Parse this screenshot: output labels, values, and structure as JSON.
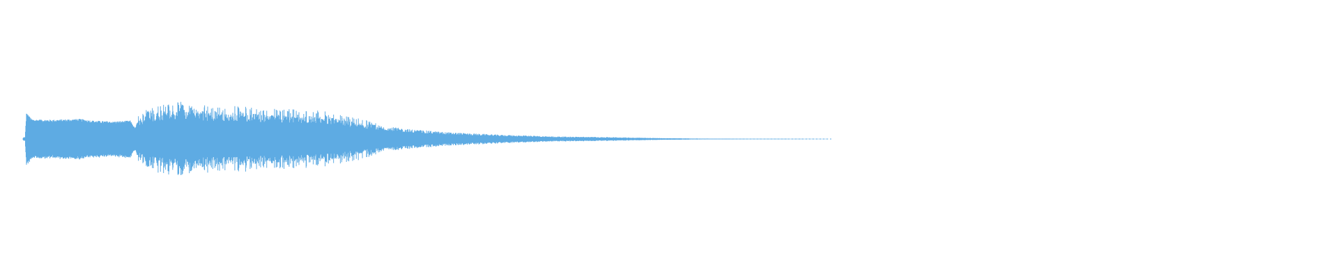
{
  "chart_data": {
    "type": "area",
    "title": "",
    "xlabel": "",
    "ylabel": "",
    "color": "#5eabe3",
    "x_range": [
      0,
      1920
    ],
    "y_range": [
      -1,
      1
    ],
    "envelope": [
      {
        "x": 0,
        "amp": 0.03
      },
      {
        "x": 2,
        "amp": 0.6
      },
      {
        "x": 10,
        "amp": 0.45
      },
      {
        "x": 40,
        "amp": 0.44
      },
      {
        "x": 80,
        "amp": 0.46
      },
      {
        "x": 100,
        "amp": 0.42
      },
      {
        "x": 130,
        "amp": 0.4
      },
      {
        "x": 155,
        "amp": 0.42
      },
      {
        "x": 162,
        "amp": 0.25
      },
      {
        "x": 168,
        "amp": 0.48
      },
      {
        "x": 190,
        "amp": 0.62
      },
      {
        "x": 230,
        "amp": 0.7
      },
      {
        "x": 270,
        "amp": 0.62
      },
      {
        "x": 310,
        "amp": 0.62
      },
      {
        "x": 350,
        "amp": 0.58
      },
      {
        "x": 400,
        "amp": 0.56
      },
      {
        "x": 440,
        "amp": 0.52
      },
      {
        "x": 500,
        "amp": 0.36
      },
      {
        "x": 560,
        "amp": 0.24
      },
      {
        "x": 620,
        "amp": 0.16
      },
      {
        "x": 700,
        "amp": 0.1
      },
      {
        "x": 780,
        "amp": 0.06
      },
      {
        "x": 860,
        "amp": 0.045
      },
      {
        "x": 940,
        "amp": 0.02
      },
      {
        "x": 1000,
        "amp": 0.01
      },
      {
        "x": 1060,
        "amp": 0.006
      },
      {
        "x": 1140,
        "amp": 0.004
      },
      {
        "x": 1180,
        "amp": 0.002
      },
      {
        "x": 1190,
        "amp": 0.0
      }
    ]
  }
}
